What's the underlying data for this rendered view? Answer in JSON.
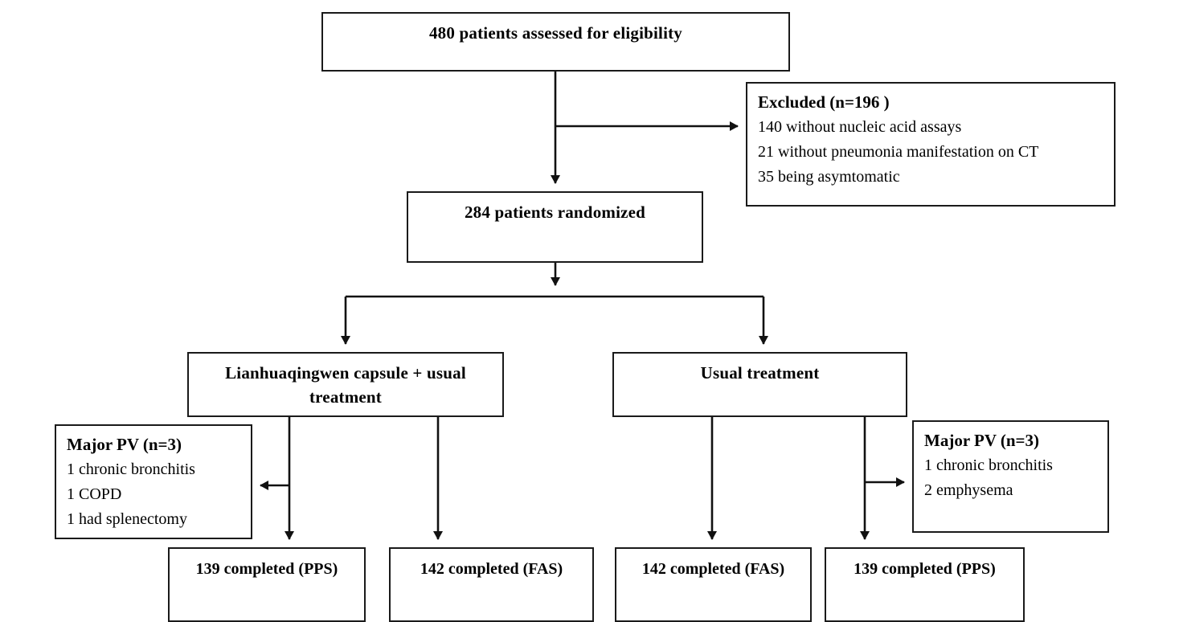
{
  "diagram": {
    "title": "CONSORT participant flow diagram",
    "line_color": "#1a1a1a",
    "background_color": "#ffffff"
  },
  "nodes": {
    "eligibility": {
      "text": "480 patients assessed for eligibility"
    },
    "excluded": {
      "header": "Excluded (n=196 )",
      "lines": [
        "140 without nucleic acid assays",
        "21 without pneumonia manifestation on CT",
        "35 being asymtomatic"
      ]
    },
    "randomized": {
      "text": "284 patients randomized"
    },
    "arm_treatment": {
      "line1": "Lianhuaqingwen capsule + usual",
      "line2": "treatment"
    },
    "arm_control": {
      "text": "Usual treatment"
    },
    "pv_left": {
      "header": "Major PV (n=3)",
      "lines": [
        "1 chronic bronchitis",
        "1 COPD",
        "1 had splenectomy"
      ]
    },
    "pv_right": {
      "header": "Major PV (n=3)",
      "lines": [
        "1 chronic bronchitis",
        "2 emphysema"
      ]
    },
    "outcomes": [
      {
        "text": "139 completed (PPS)"
      },
      {
        "text": "142 completed (FAS)"
      },
      {
        "text": "142 completed (FAS)"
      },
      {
        "text": "139 completed (PPS)"
      }
    ]
  }
}
